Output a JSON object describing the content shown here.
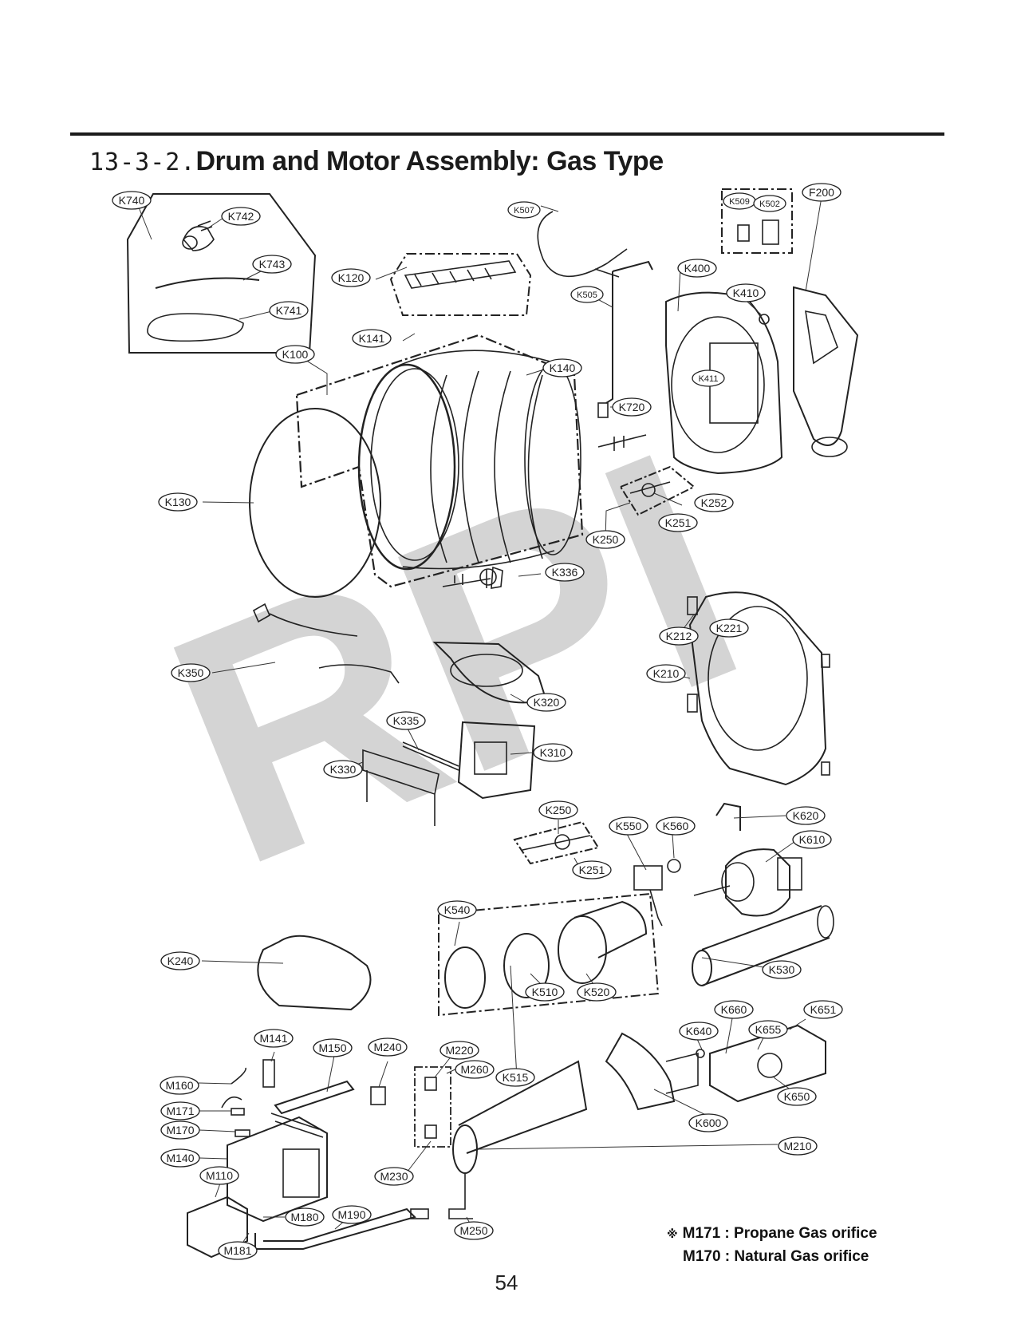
{
  "header": {
    "section_number": "13-3-2.",
    "title": "Drum and Motor Assembly: Gas Type"
  },
  "watermark": "RPI",
  "parts": [
    {
      "id": "K740"
    },
    {
      "id": "K742"
    },
    {
      "id": "K743"
    },
    {
      "id": "K741"
    },
    {
      "id": "K120"
    },
    {
      "id": "K141"
    },
    {
      "id": "K100"
    },
    {
      "id": "K140"
    },
    {
      "id": "K130"
    },
    {
      "id": "K507"
    },
    {
      "id": "K505"
    },
    {
      "id": "K720"
    },
    {
      "id": "K509"
    },
    {
      "id": "K502"
    },
    {
      "id": "F200"
    },
    {
      "id": "K400"
    },
    {
      "id": "K410"
    },
    {
      "id": "K411"
    },
    {
      "id": "K252"
    },
    {
      "id": "K251"
    },
    {
      "id": "K250"
    },
    {
      "id": "K336"
    },
    {
      "id": "K212"
    },
    {
      "id": "K221"
    },
    {
      "id": "K210"
    },
    {
      "id": "K350"
    },
    {
      "id": "K320"
    },
    {
      "id": "K335"
    },
    {
      "id": "K310"
    },
    {
      "id": "K330"
    },
    {
      "id": "K250"
    },
    {
      "id": "K251"
    },
    {
      "id": "K550"
    },
    {
      "id": "K560"
    },
    {
      "id": "K620"
    },
    {
      "id": "K610"
    },
    {
      "id": "K540"
    },
    {
      "id": "K240"
    },
    {
      "id": "K510"
    },
    {
      "id": "K520"
    },
    {
      "id": "K530"
    },
    {
      "id": "K660"
    },
    {
      "id": "K655"
    },
    {
      "id": "K651"
    },
    {
      "id": "K640"
    },
    {
      "id": "K650"
    },
    {
      "id": "K600"
    },
    {
      "id": "M141"
    },
    {
      "id": "M150"
    },
    {
      "id": "M240"
    },
    {
      "id": "M220"
    },
    {
      "id": "M260"
    },
    {
      "id": "K515"
    },
    {
      "id": "M160"
    },
    {
      "id": "M171"
    },
    {
      "id": "M170"
    },
    {
      "id": "M140"
    },
    {
      "id": "M110"
    },
    {
      "id": "M190"
    },
    {
      "id": "M180"
    },
    {
      "id": "M181"
    },
    {
      "id": "M230"
    },
    {
      "id": "M210"
    },
    {
      "id": "M250"
    }
  ],
  "notes": {
    "mark": "※",
    "line1": "M171 : Propane Gas orifice",
    "line2": "M170 : Natural Gas orifice"
  },
  "page_number": "54"
}
